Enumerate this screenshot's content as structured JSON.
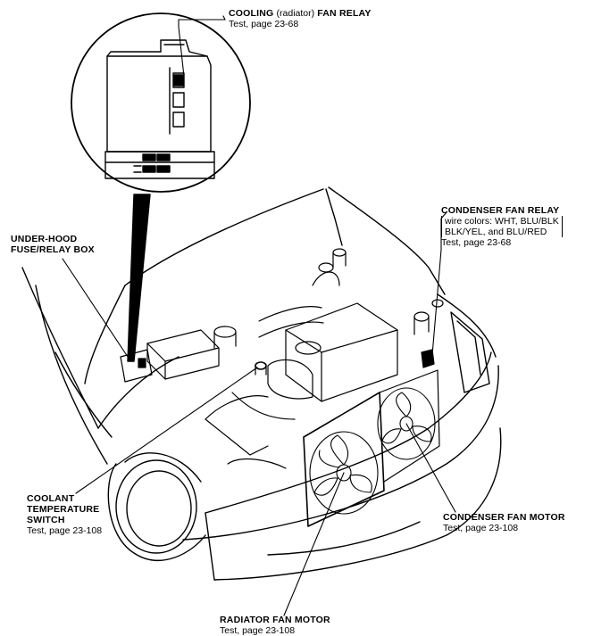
{
  "callouts": {
    "cooling_relay": {
      "title": "COOLING ",
      "title_paren": "(radiator)",
      "title_end": " FAN RELAY",
      "ref": "Test, page 23-68"
    },
    "condenser_relay": {
      "title": "CONDENSER FAN RELAY",
      "wire_line1": "wire colors: WHT, BLU/BLK",
      "wire_line2": "BLK/YEL, and BLU/RED",
      "ref": "Test, page 23-68"
    },
    "underhood_box": {
      "line1": "UNDER-HOOD",
      "line2": "FUSE/RELAY BOX"
    },
    "coolant_switch": {
      "line1": "COOLANT",
      "line2": "TEMPERATURE",
      "line3": "SWITCH",
      "ref": "Test, page 23-108"
    },
    "condenser_motor": {
      "title": "CONDENSER FAN MOTOR",
      "ref": "Test, page 23-108"
    },
    "radiator_motor": {
      "title": "RADIATOR FAN MOTOR",
      "ref": "Test, page 23-108"
    }
  }
}
